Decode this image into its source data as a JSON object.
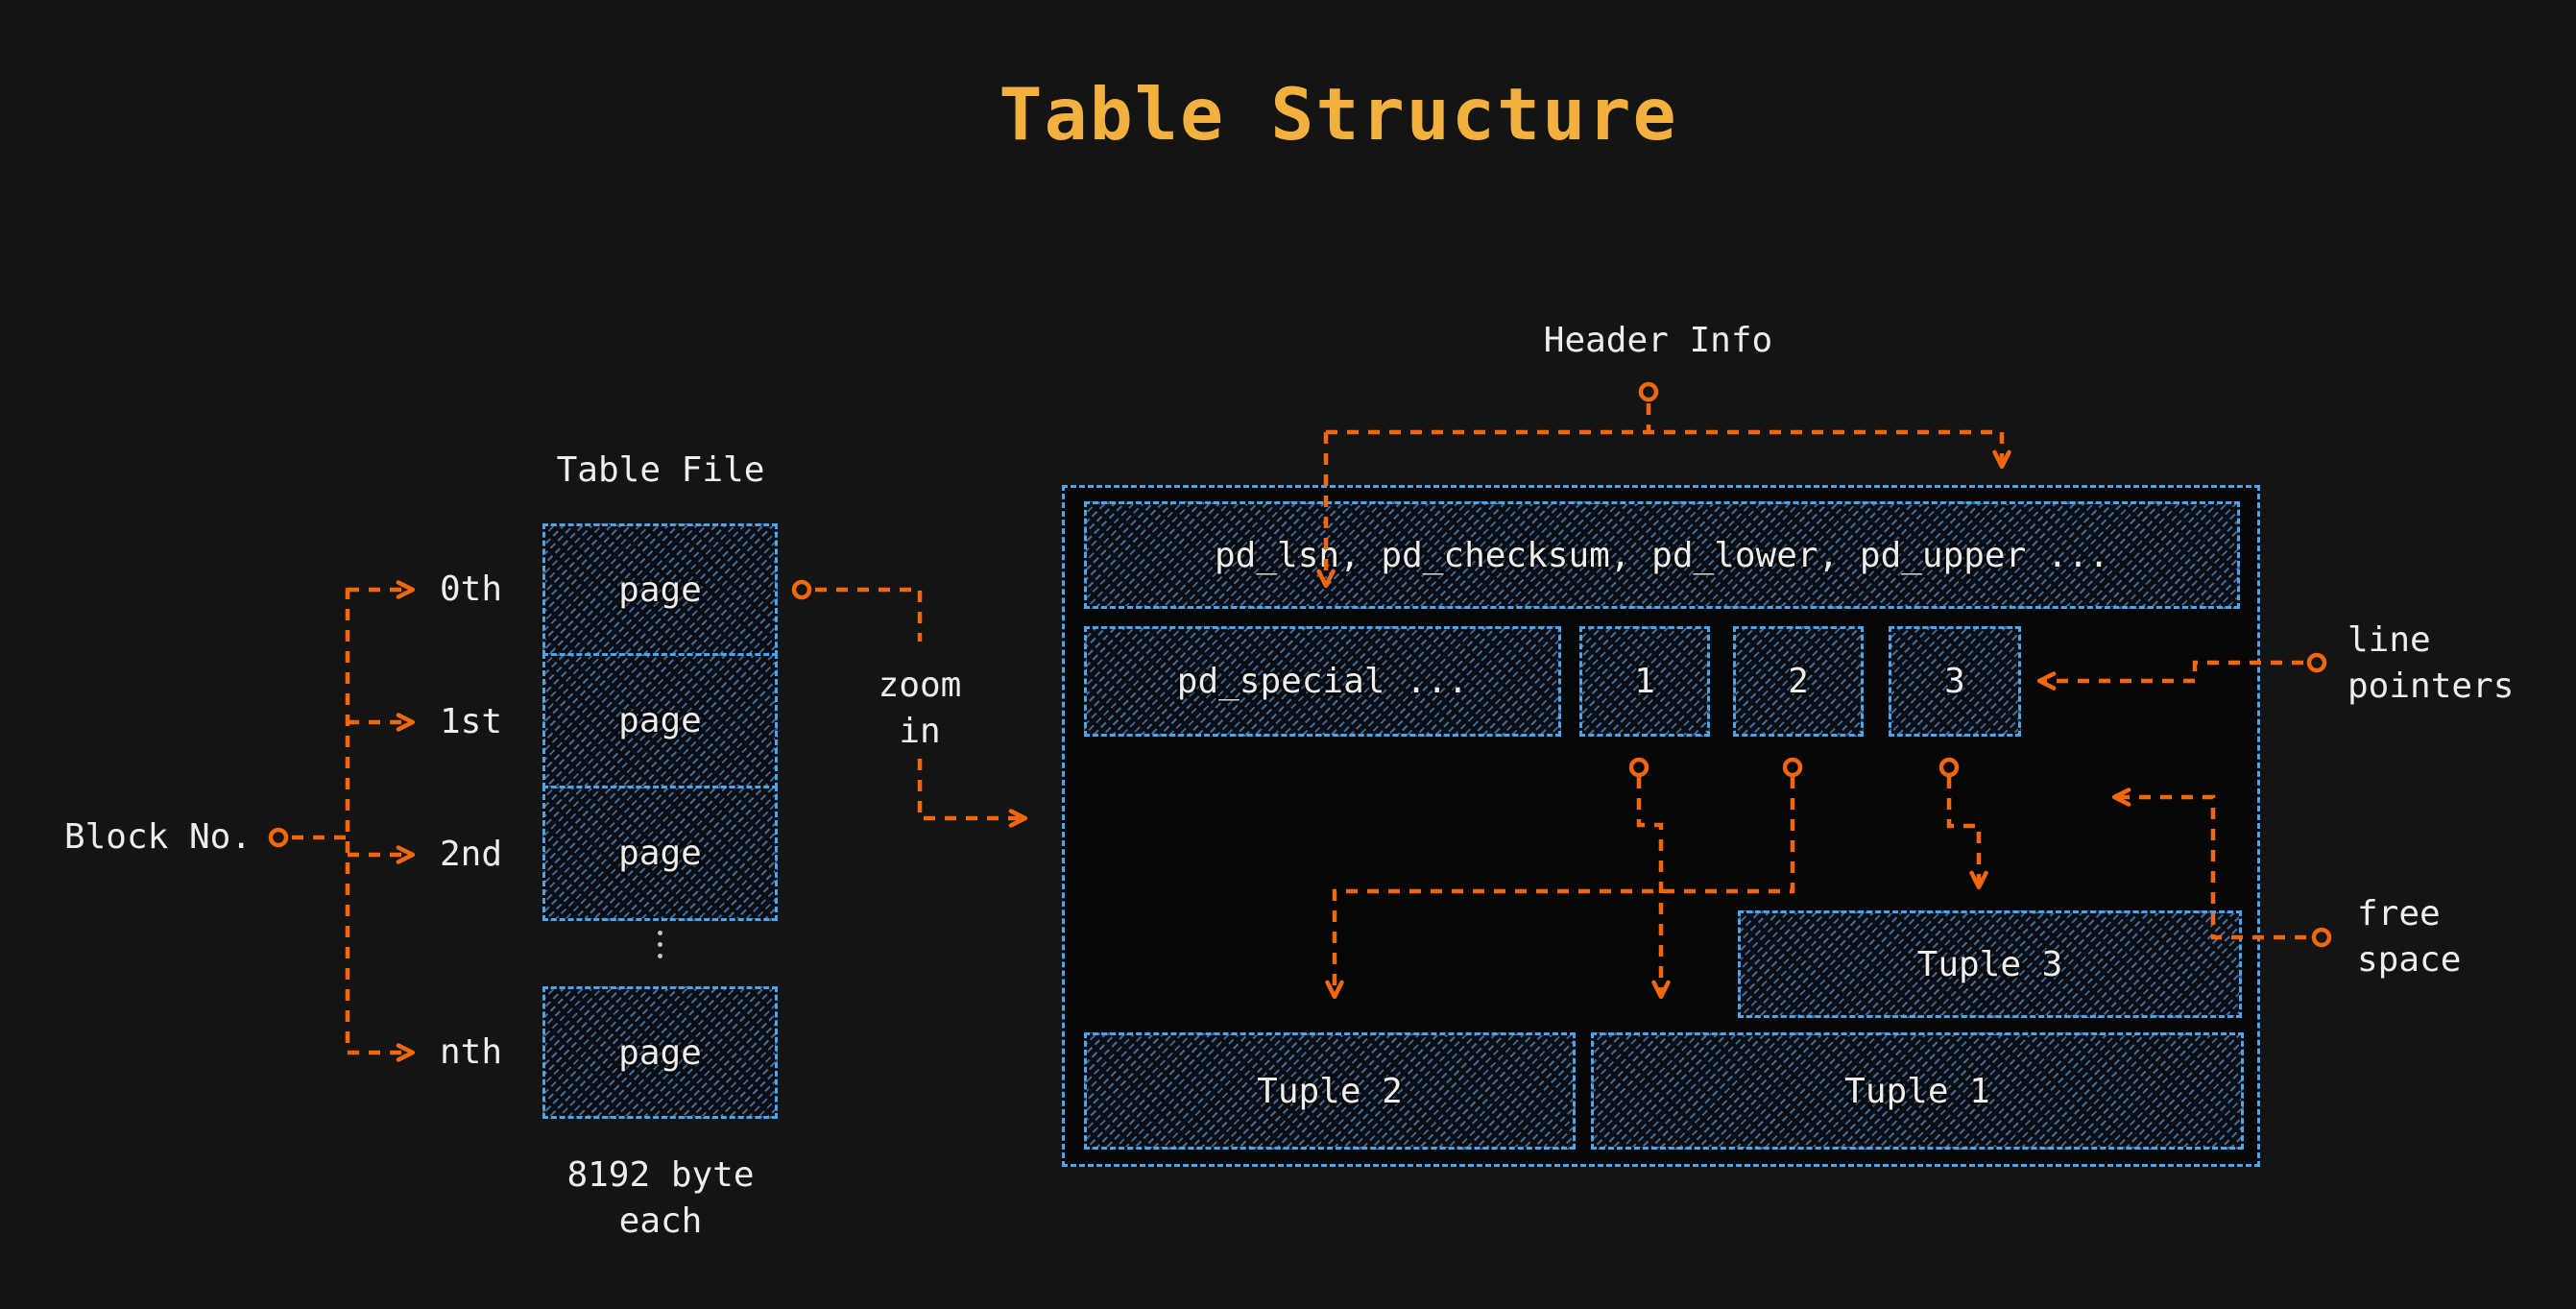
{
  "title": "Table Structure",
  "colors": {
    "background": "#141414",
    "accent_orange": "#F1670E",
    "accent_blue": "#4AA5EC",
    "title_yellow": "#F2B13E",
    "text": "#EDEDED"
  },
  "left": {
    "block_label": "Block No.",
    "indices": [
      "0th",
      "1st",
      "2nd",
      "nth"
    ],
    "table_file_label": "Table File",
    "pages": [
      "page",
      "page",
      "page",
      "page"
    ],
    "size_note": [
      "8192 byte",
      "each"
    ]
  },
  "zoom": {
    "lines": [
      "zoom",
      "in"
    ]
  },
  "page": {
    "header_info_label": "Header Info",
    "header_text": "pd_lsn, pd_checksum, pd_lower, pd_upper ...",
    "special_text": "pd_special ...",
    "pointers": [
      "1",
      "2",
      "3"
    ],
    "tuple3": "Tuple 3",
    "tuple2": "Tuple 2",
    "tuple1": "Tuple 1",
    "line_pointers_label": [
      "line",
      "pointers"
    ],
    "free_space_label": [
      "free",
      "space"
    ]
  }
}
